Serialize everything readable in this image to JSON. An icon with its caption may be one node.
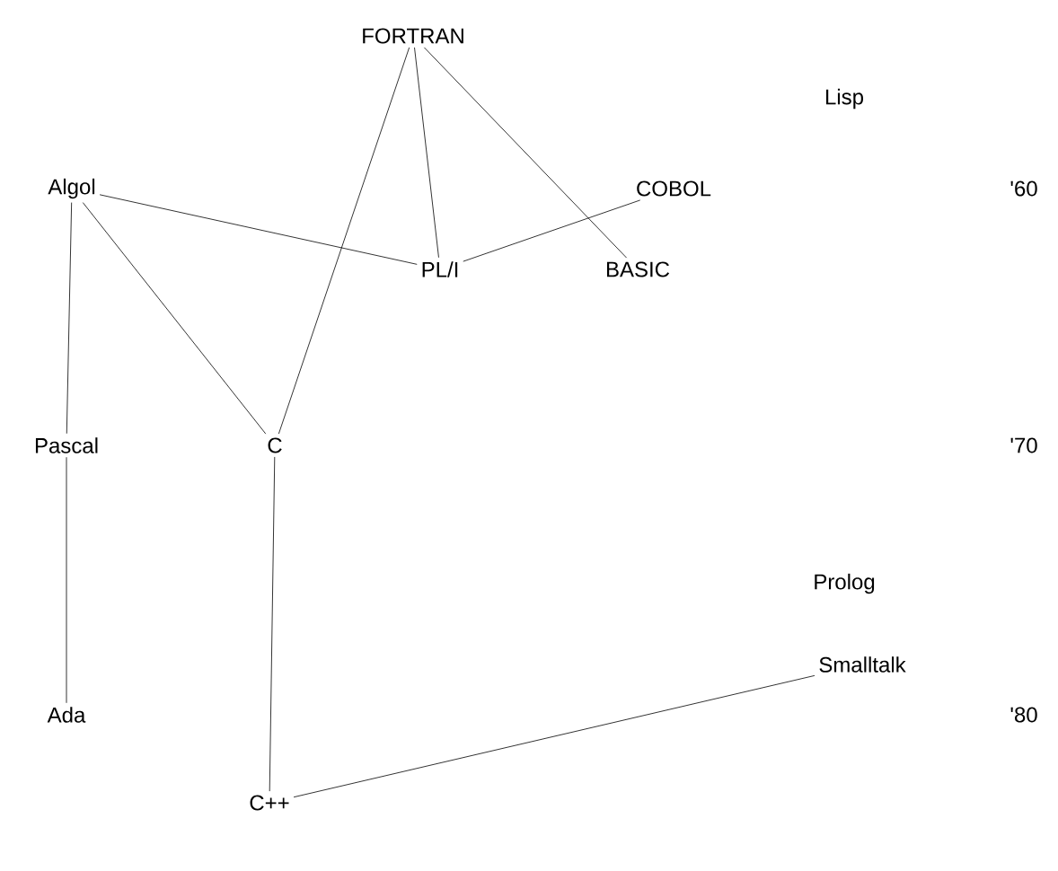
{
  "diagram": {
    "nodes": [
      {
        "text": [
          "FORTRAN"
        ]
      },
      {
        "text": [
          "Lisp"
        ]
      },
      {
        "text": [
          "Algol"
        ]
      },
      {
        "text": [
          "COBOL"
        ]
      },
      {
        "text": [
          "PL/I"
        ]
      },
      {
        "text": [
          "BASIC"
        ]
      },
      {
        "text": [
          "Pascal"
        ]
      },
      {
        "text": [
          "C"
        ]
      },
      {
        "text": [
          "Prolog"
        ]
      },
      {
        "text": [
          "Smalltalk"
        ]
      },
      {
        "text": [
          "Ada"
        ]
      },
      {
        "text": [
          "C++"
        ]
      }
    ],
    "edges": [
      {
        "from": 0,
        "to": 7,
        "arrow": "none"
      },
      {
        "from": 0,
        "to": 4,
        "arrow": "none"
      },
      {
        "from": 0,
        "to": 5,
        "arrow": "none"
      },
      {
        "from": 2,
        "to": 4,
        "arrow": "none"
      },
      {
        "from": 3,
        "to": 4,
        "arrow": "none"
      },
      {
        "from": 2,
        "to": 7,
        "arrow": "none"
      },
      {
        "from": 2,
        "to": 6,
        "arrow": "none"
      },
      {
        "from": 6,
        "to": 10,
        "arrow": "none"
      },
      {
        "from": 7,
        "to": 11,
        "arrow": "none"
      },
      {
        "from": 9,
        "to": 11,
        "arrow": "none"
      }
    ],
    "labels": [
      "'60",
      "'70",
      "'80"
    ]
  }
}
